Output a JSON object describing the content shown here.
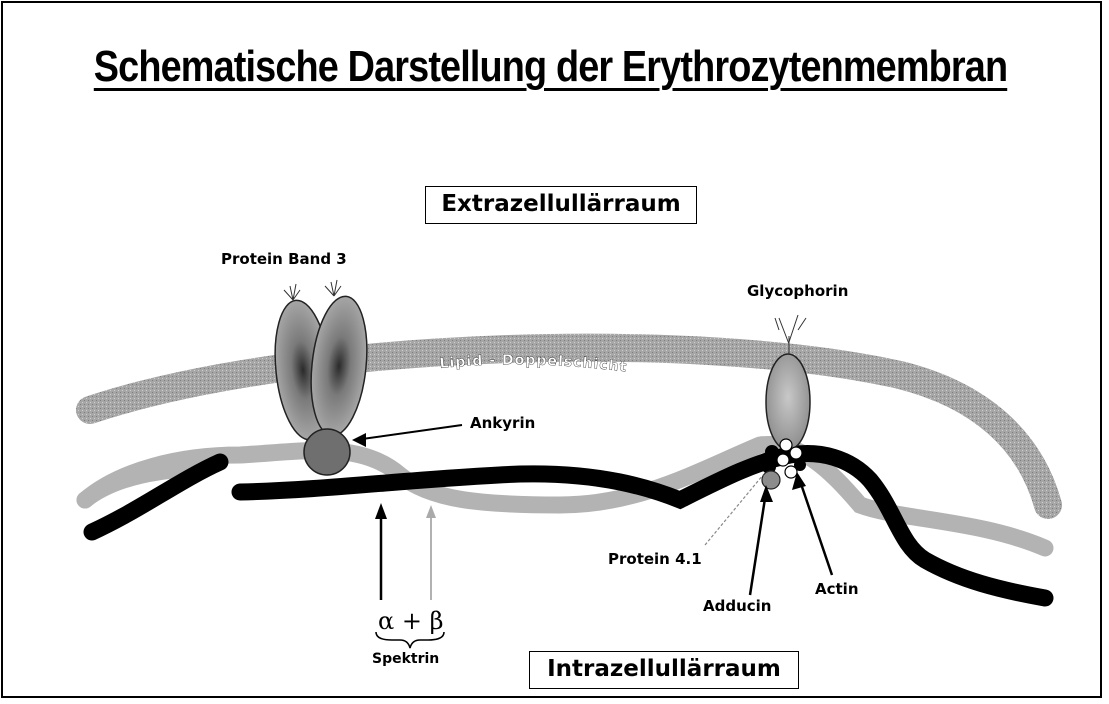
{
  "title": "Schematische Darstellung der Erythrozytenmembran",
  "regions": {
    "extracellular": "Extrazellullärraum",
    "intracellular": "Intrazellullärraum"
  },
  "membrane": {
    "lipid_label": "Lipid - Doppelschicht"
  },
  "labels": {
    "band3": "Protein Band 3",
    "glycophorin": "Glycophorin",
    "ankyrin": "Ankyrin",
    "protein41": "Protein 4.1",
    "actin": "Actin",
    "adducin": "Adducin",
    "alpha_beta": "α + β",
    "spektrin": "Spektrin"
  },
  "colors": {
    "lipid": "#9a9a9a",
    "spectrin_alpha": "#b8b8b8",
    "spectrin_beta": "#000000",
    "protein": "#8c8c8c",
    "ankyrin": "#6f6f6f"
  }
}
